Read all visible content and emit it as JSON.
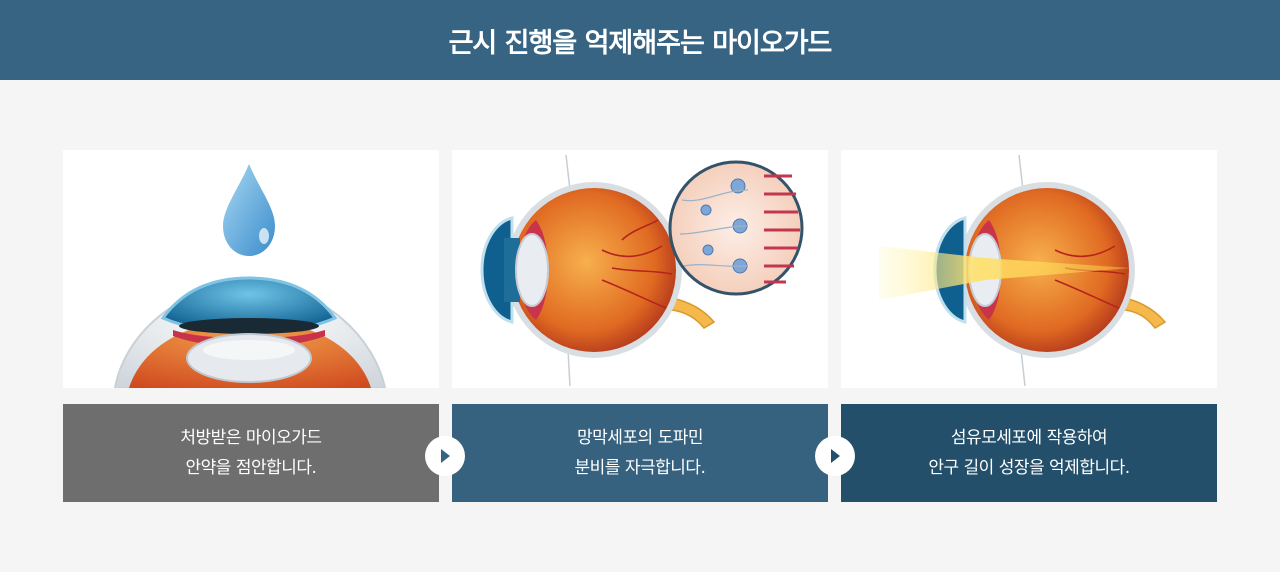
{
  "header": {
    "title": "근시 진행을 억제해주는 마이오가드"
  },
  "steps": [
    {
      "line1": "처방받은 마이오가드",
      "line2": "안약을 점안합니다."
    },
    {
      "line1": "망막세포의 도파민",
      "line2": "분비를 자극합니다."
    },
    {
      "line1": "섬유모세포에 작용하여",
      "line2": "안구 길이 성장을 억제합니다."
    }
  ],
  "icons": [
    "eye-drop-icon",
    "chevron-right-icon"
  ],
  "colors": {
    "header": "#366482",
    "step1": "#6e6e6e",
    "step2": "#36627f",
    "step3": "#234f6b",
    "background": "#f5f5f5"
  }
}
